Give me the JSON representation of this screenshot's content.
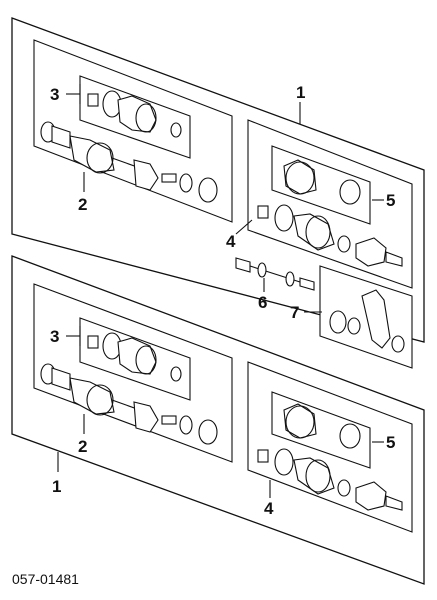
{
  "callouts": {
    "upper": {
      "assembly": "1",
      "boot_kit_inner": "3",
      "outer_joint": "2",
      "inner_joint": "4",
      "boot_kit_outer": "5",
      "shaft": "6",
      "bearing_kit": "7"
    },
    "lower": {
      "assembly": "1",
      "boot_kit_inner": "3",
      "outer_joint": "2",
      "inner_joint": "4",
      "boot_kit_outer": "5"
    }
  },
  "part_code": "057-01481"
}
